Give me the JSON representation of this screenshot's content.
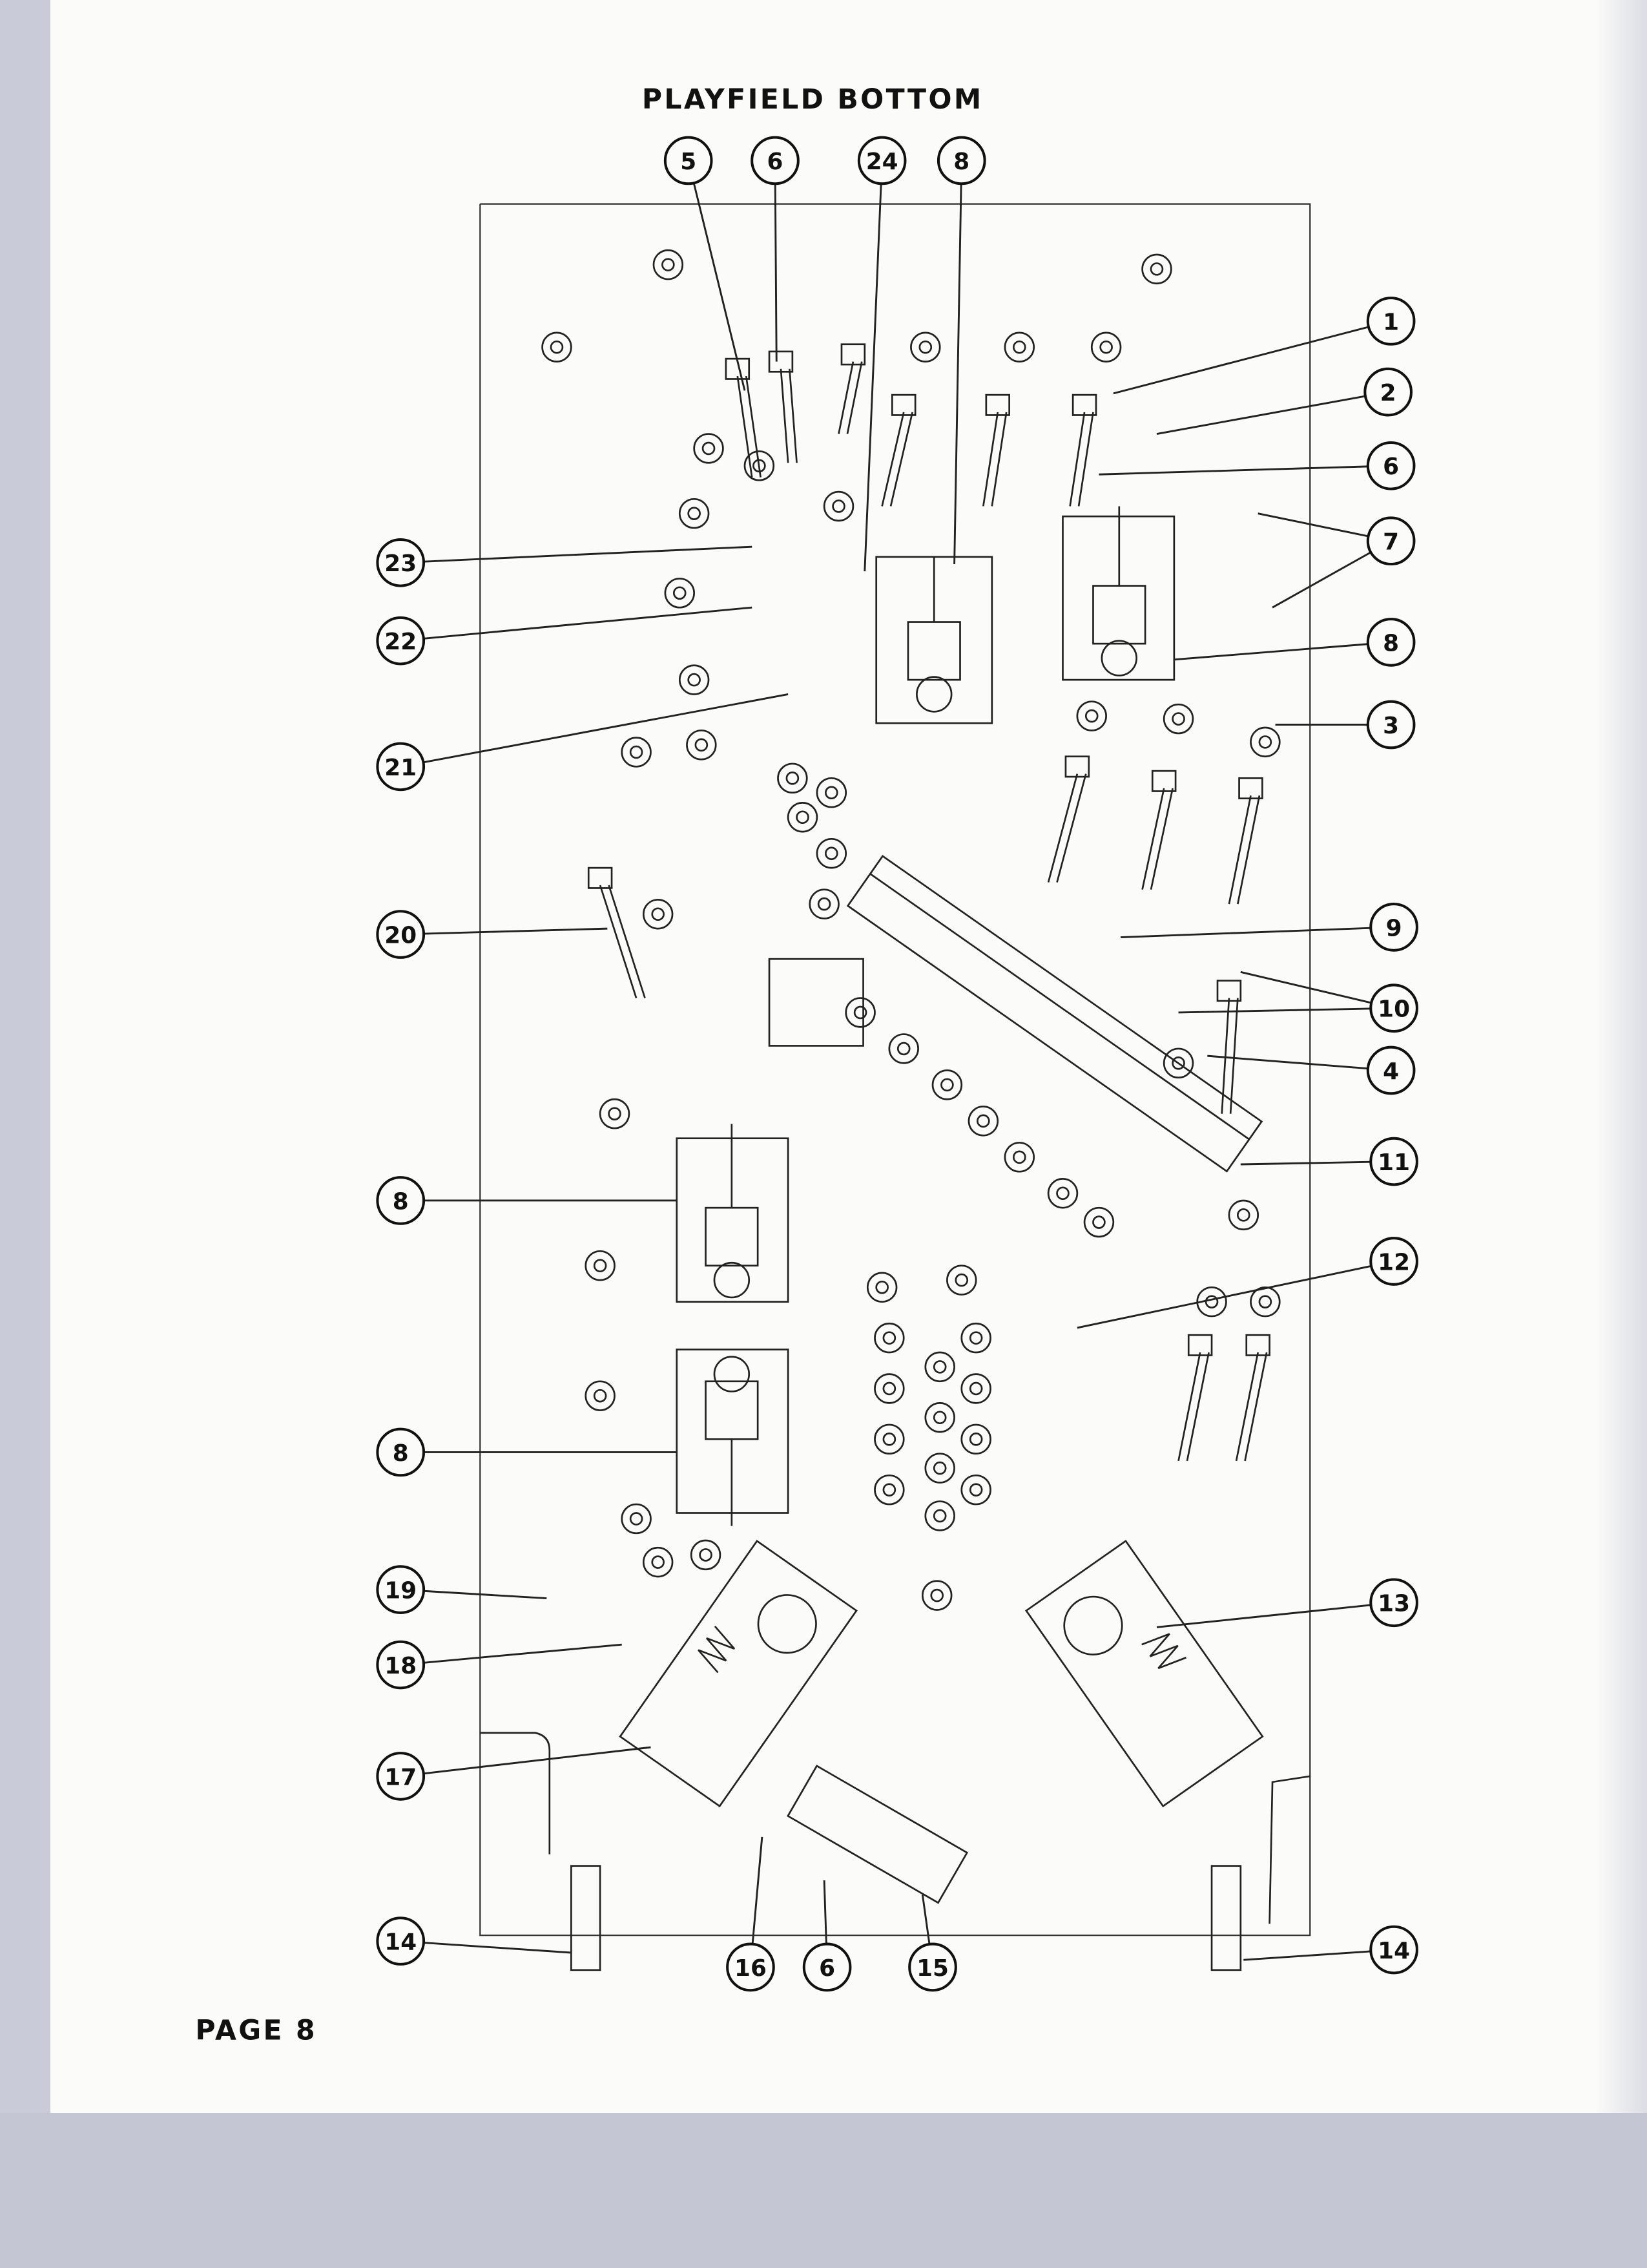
{
  "title": "PLAYFIELD BOTTOM",
  "footer": "PAGE 8",
  "callouts": {
    "top": [
      "5",
      "6",
      "24",
      "8"
    ],
    "right": [
      "1",
      "2",
      "6",
      "7",
      "8",
      "3",
      "9",
      "10",
      "4",
      "11",
      "12",
      "13",
      "14"
    ],
    "left": [
      "23",
      "22",
      "21",
      "20",
      "8",
      "8",
      "19",
      "18",
      "17",
      "14"
    ],
    "bottom": [
      "16",
      "6",
      "15"
    ]
  }
}
